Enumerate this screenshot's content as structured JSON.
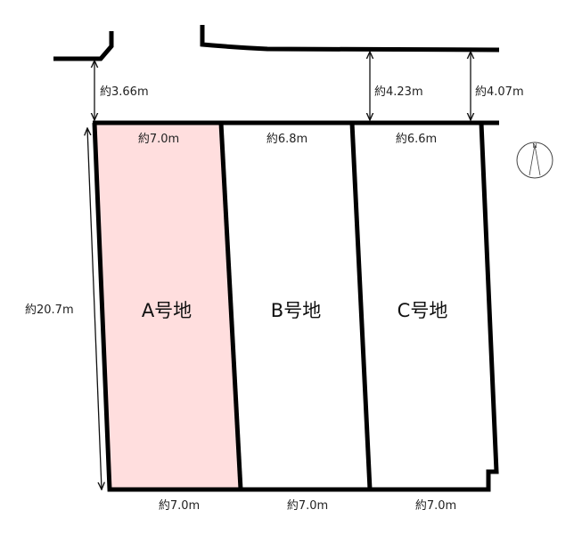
{
  "lots": [
    {
      "label": "A号地",
      "top_width": "約7.0m",
      "bottom_width": "約7.0m",
      "fill": "#ffdede"
    },
    {
      "label": "B号地",
      "top_width": "約6.8m",
      "bottom_width": "約7.0m",
      "fill": "#ffffff"
    },
    {
      "label": "C号地",
      "top_width": "約6.6m",
      "bottom_width": "約7.0m",
      "fill": "#ffffff"
    }
  ],
  "road_widths": [
    "約3.66m",
    "約4.23m",
    "約4.07m"
  ],
  "depth": "約20.7m",
  "compass": {
    "label": "N"
  }
}
